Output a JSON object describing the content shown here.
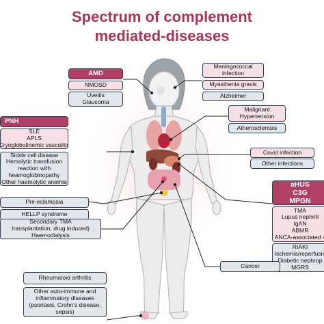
{
  "title": {
    "line1": "Spectrum of complement",
    "line2": "mediated-diseases"
  },
  "colors": {
    "title": "#a8365a",
    "header_box": "#b03f65",
    "pink_box": "#f7dfe6",
    "grey_box": "#e3e6ea",
    "border": "#2f3e4e"
  },
  "left": {
    "amd": {
      "header": "AMD",
      "item1": "NMOSD",
      "item2a": "Uveitis",
      "item2b": "Glaucoma"
    },
    "pnh": {
      "header": "PNH",
      "pink": [
        "SLE",
        "APLS",
        "Cryoglobulinemic vasculitis"
      ],
      "grey": [
        "Sickle cell disease",
        "Hemolytic transfusion",
        "reaction with",
        "heamoglobinopathy",
        "Other haemolytic anemia"
      ]
    },
    "preeclampsia": "Pre-eclampsia",
    "hellp": "HELLP syndrome",
    "secondary_tma": [
      "Secondary  TMA",
      "transplantation, drug induced)",
      "Haemodialysis"
    ],
    "rheumatoid": "Rheumatoid arthritis",
    "other_autoimmune": [
      "Other auto-immune and",
      "inflammatory diseases",
      "(psoriasis, Crohn's disease,",
      "sepsis)"
    ]
  },
  "right": {
    "meningococcal": [
      "Meningococcal",
      "infection"
    ],
    "myasthenia": "Myasthenia gravis",
    "alzheimer": "Alzheimer",
    "malignant_hypertension": [
      "Malignant",
      "Hypertension"
    ],
    "atherosclerosis": "Atherosclerosis",
    "covid": "Covid infection",
    "other_infections": "Other infections",
    "kidney": {
      "header": [
        "aHUS",
        "C3G",
        "MPGN"
      ],
      "pink": [
        "TMA",
        "Lupus nephriti",
        "IgAN",
        "ABMR",
        "ANCA-associated v"
      ],
      "grey": [
        "RIAKI",
        "Ischemia/reperfusio",
        "Diabetic nephrop",
        "MGRS"
      ]
    },
    "cancer": "Cancer"
  }
}
